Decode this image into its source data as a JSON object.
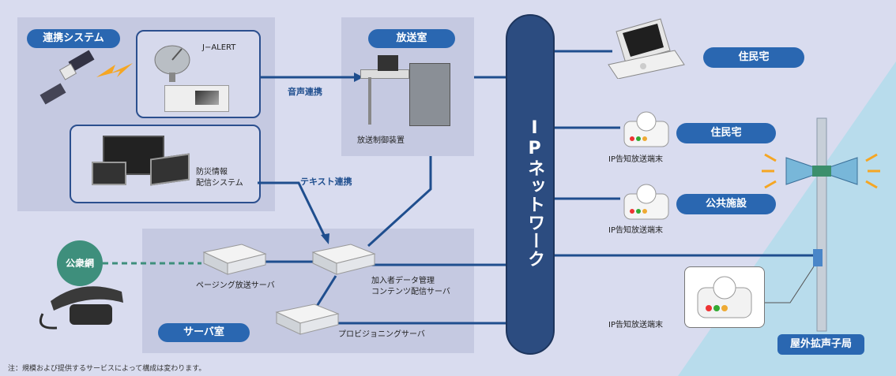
{
  "panels": {
    "renkei_title": "連携システム",
    "hoso_title": "放送室",
    "server_title": "サーバ室"
  },
  "labels": {
    "jalert": "J−ALERT",
    "bosai": "防災情報",
    "bosai2": "配信システム",
    "hoso_ctrl": "放送制御装置",
    "onsei": "音声連携",
    "text": "テキスト連携",
    "paging": "ページング放送サーバ",
    "kanyusha1": "加入者データ管理",
    "kanyusha2": "コンテンツ配信サーバ",
    "provisioning": "プロビジョニングサーバ",
    "kokyomo": "公衆網",
    "ip_term1": "IP告知放送端末",
    "ip_term2": "IP告知放送端末",
    "ip_term3": "IP告知放送端末"
  },
  "network": {
    "label": "IPネットワーク"
  },
  "destinations": {
    "jumin1": "住民宅",
    "jumin2": "住民宅",
    "kokyo_shisetsu": "公共施設",
    "okugai": "屋外拡声子局"
  },
  "footnote": "注：規模および提供するサービスによって構成は変わります。",
  "colors": {
    "pill": "#2a67b1",
    "network": "#2c4c80",
    "panel": "#c5c9e1",
    "public_net": "#3e8f7c",
    "line": "#1f4e8e"
  }
}
